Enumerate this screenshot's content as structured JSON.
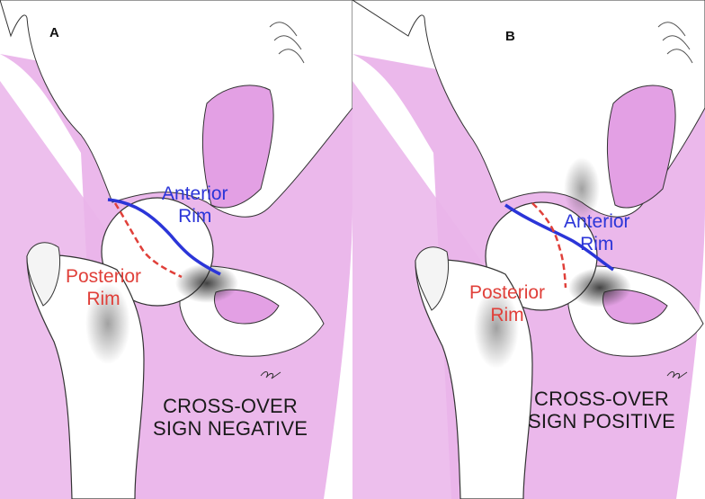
{
  "panels": [
    {
      "letter": "A",
      "anterior_label_line1": "Anterior",
      "anterior_label_line2": "Rim",
      "posterior_label_line1": "Posterior",
      "posterior_label_line2": "Rim",
      "sign_line1": "CROSS-OVER",
      "sign_line2": "SIGN NEGATIVE"
    },
    {
      "letter": "B",
      "anterior_label_line1": "Anterior",
      "anterior_label_line2": "Rim",
      "posterior_label_line1": "Posterior",
      "posterior_label_line2": "Rim",
      "sign_line1": "CROSS-OVER",
      "sign_line2": "SIGN POSITIVE"
    }
  ],
  "colors": {
    "anterior": "#2b35d8",
    "posterior": "#e0403a",
    "tissue": "#e9a8e9",
    "bone_outline": "#333333"
  }
}
